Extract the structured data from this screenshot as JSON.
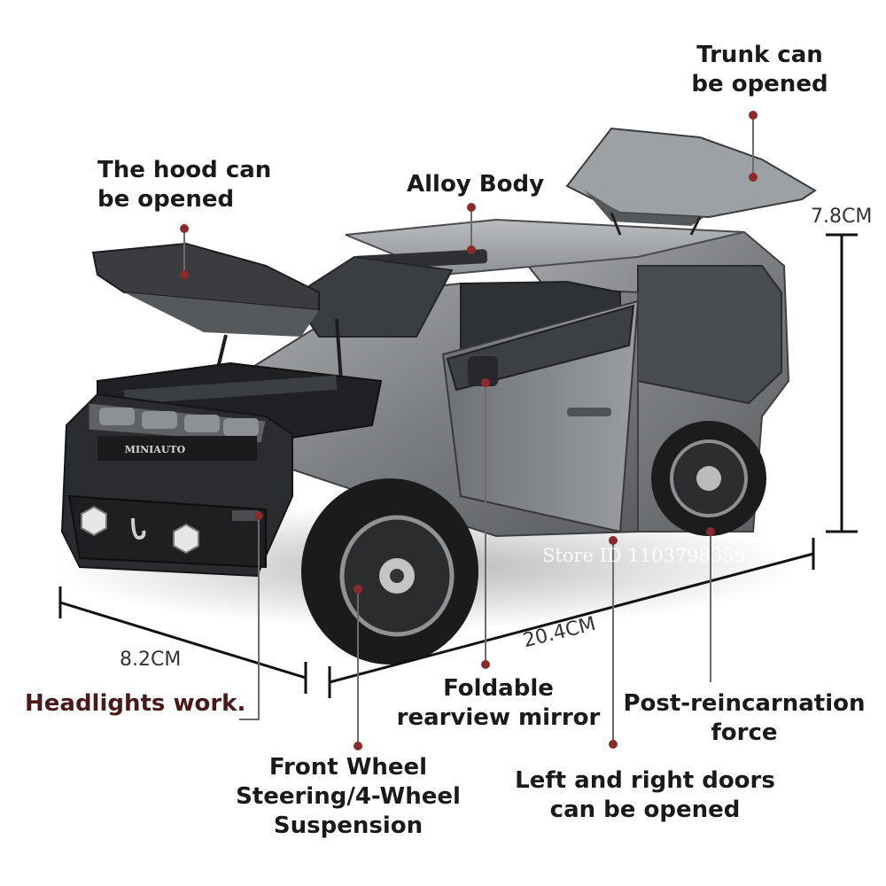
{
  "callouts": {
    "trunk": "Trunk can\nbe opened",
    "hood": "The hood can\nbe opened",
    "alloy_body": "Alloy Body",
    "headlights": "Headlights work.",
    "mirror": "Foldable\nrearview mirror",
    "force": "Post-reincarnation\nforce",
    "front_wheel": "Front Wheel\nSteering/4-Wheel\nSuspension",
    "doors": "Left and right doors\ncan be opened"
  },
  "dimensions": {
    "height": "7.8CM",
    "width": "8.2CM",
    "length": "20.4CM"
  },
  "grille_badge": "MINIAUTO",
  "watermark": "Store ID 1103798359",
  "colors": {
    "callout_dot": "#8b2a2a",
    "callout_line": "#6b6b6b",
    "body_gray": "#8a8d90",
    "dark_panel": "#2c2e31",
    "tire": "#1c1c1c"
  }
}
